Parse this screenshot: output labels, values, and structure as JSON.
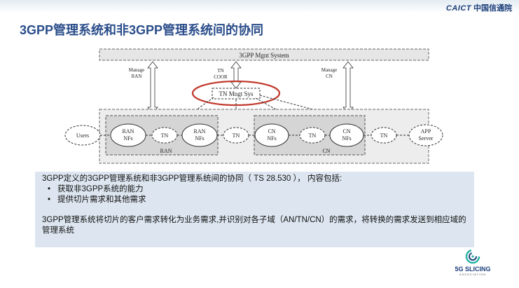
{
  "header": {
    "logo_brand": "CAICT",
    "logo_org": "中国信通院"
  },
  "title": "3GPP管理系统和非3GPP管理系统间的协同",
  "diagram": {
    "mgmt_system": "3GPP Mgnt System",
    "tn_mgmt": "TN Mngt Sys",
    "manage_ran": [
      "Manage",
      "RAN"
    ],
    "tn_coor": [
      "TN",
      "COOR"
    ],
    "manage_cn": [
      "Manage",
      "CN"
    ],
    "users": "Users",
    "app_server": [
      "APP",
      "Server"
    ],
    "ran_nf_1": [
      "RAN",
      "NFs"
    ],
    "ran_nf_2": [
      "RAN",
      "NFs"
    ],
    "cn_nf_1": [
      "CN",
      "NFs"
    ],
    "cn_nf_2": [
      "CN",
      "NFs"
    ],
    "tn": "TN",
    "ran_domain": "RAN",
    "cn_domain": "CN",
    "highlight_color": "#c0392b"
  },
  "info": {
    "intro": "3GPP定义的3GPP管理系统和非3GPP管理系统间的协同（ TS 28.530 ），  内容包括:",
    "bullets": [
      "获取非3GPP系统的能力",
      "提供切片需求和其他需求"
    ],
    "paragraph": "3GPP管理系统将切片的客户需求转化为业务需求,并识别对各子域（AN/TN/CN）的需求，将转换的需求发送到相应域的管理系统"
  },
  "association": {
    "name": "5G SLICING",
    "sub": "ASSOCIATION"
  }
}
